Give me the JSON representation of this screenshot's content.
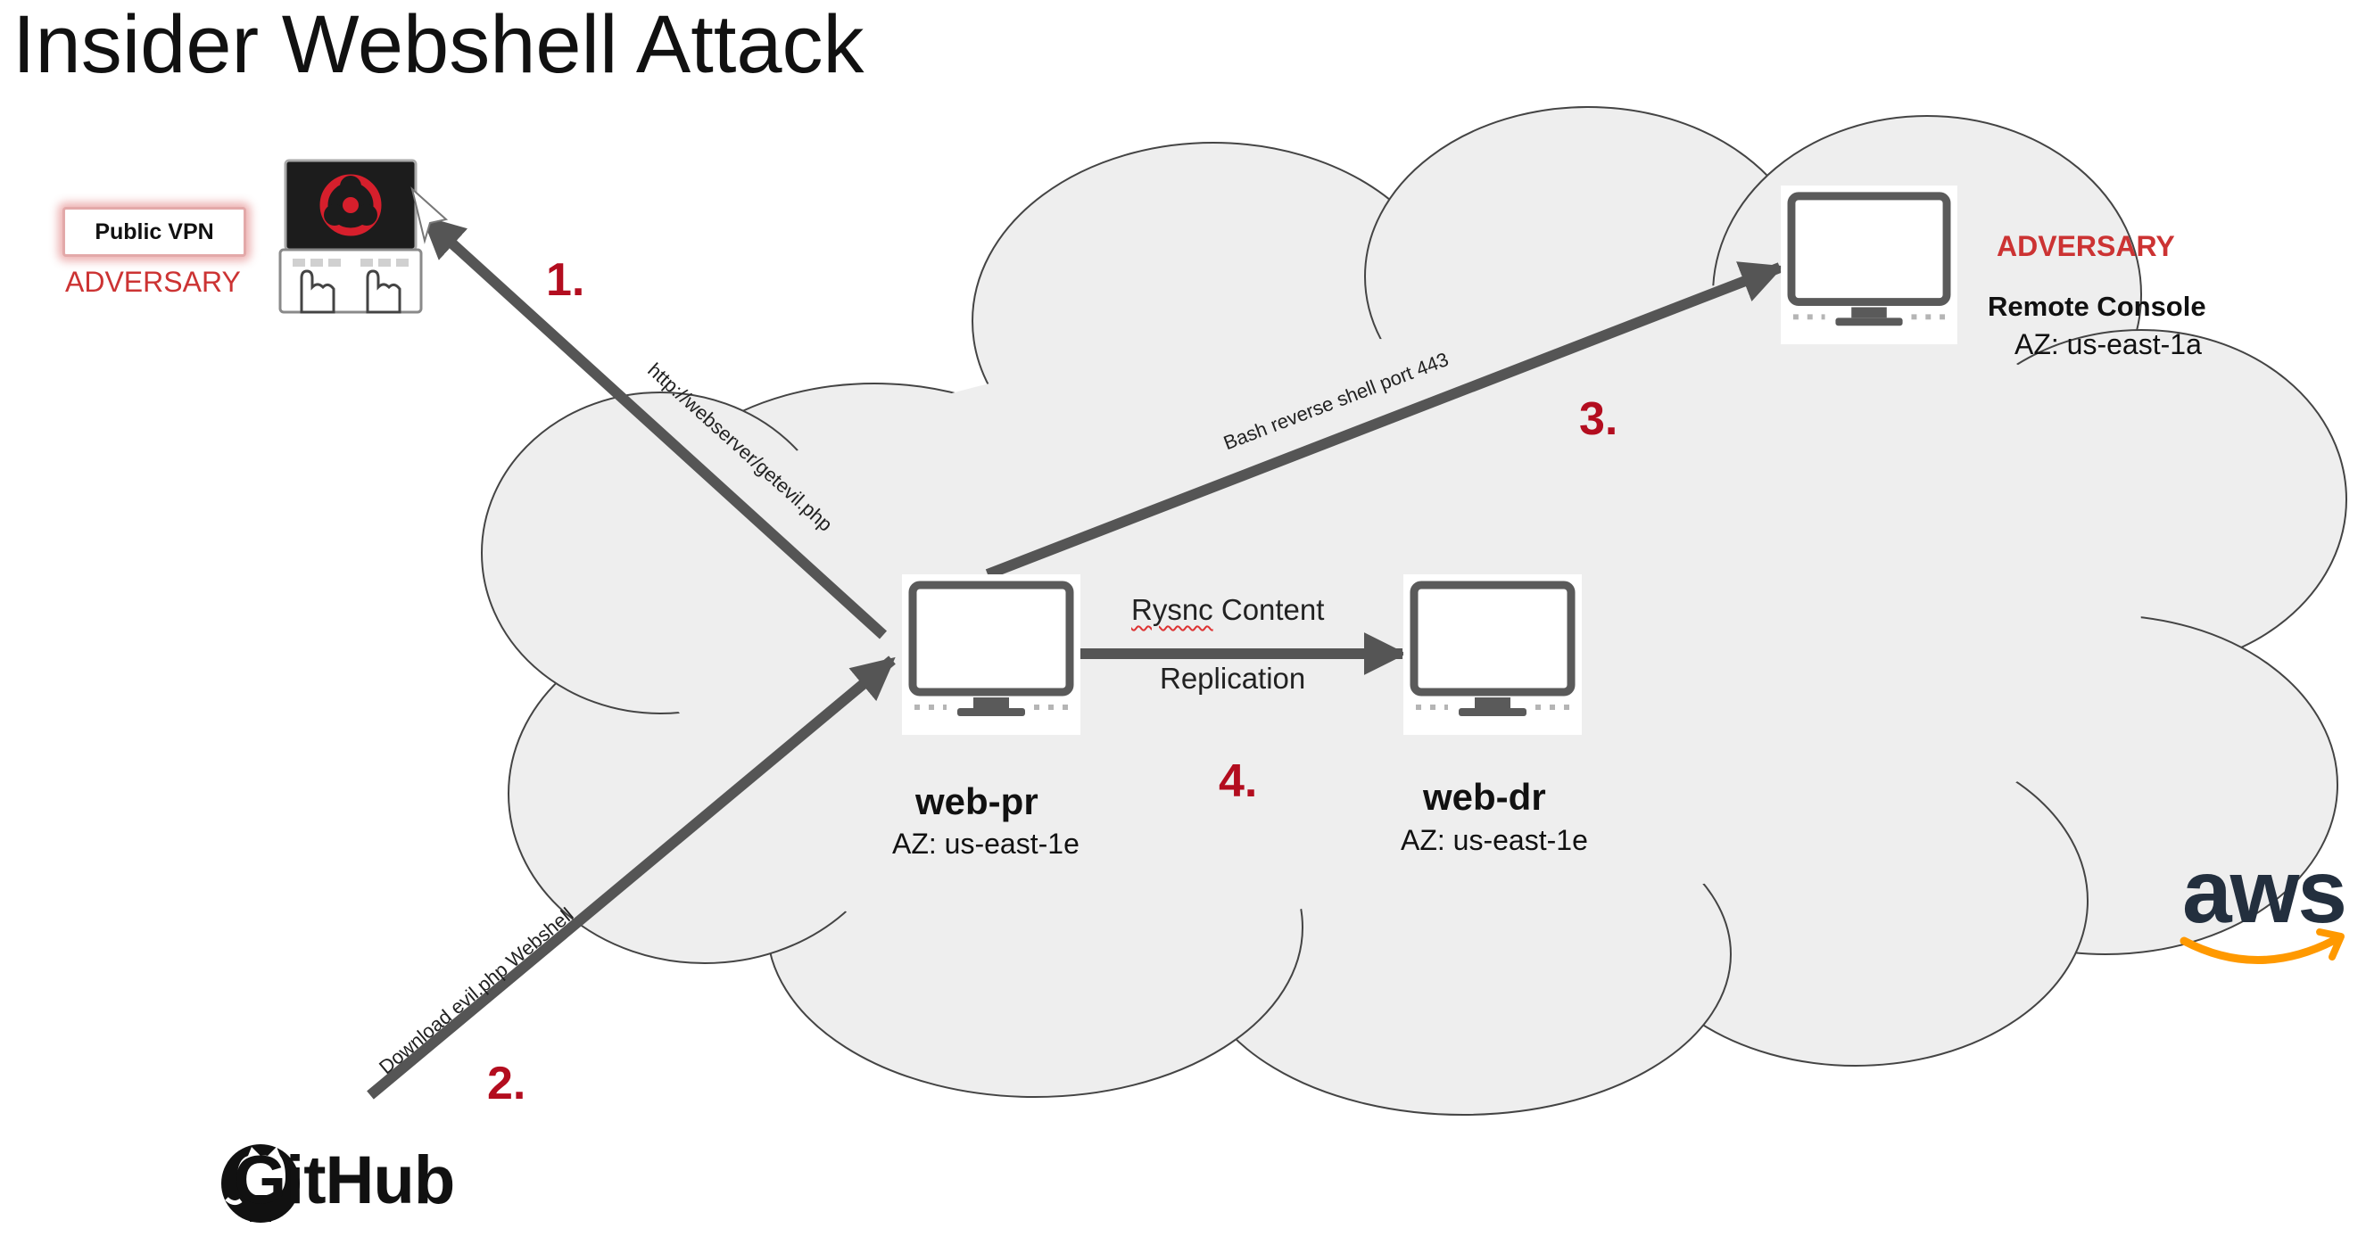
{
  "title": "Insider Webshell Attack",
  "adversary_left": {
    "badge": "Public VPN",
    "label": "ADVERSARY"
  },
  "adversary_right": {
    "label": "ADVERSARY",
    "name": "Remote Console",
    "az": "AZ: us-east-1a"
  },
  "web_pr": {
    "name": "web-pr",
    "az": "AZ: us-east-1e"
  },
  "web_dr": {
    "name": "web-dr",
    "az": "AZ: us-east-1e"
  },
  "steps": {
    "s1": "1.",
    "s2": "2.",
    "s3": "3.",
    "s4": "4."
  },
  "edges": {
    "http": "http://webserver/getevil.php",
    "download": "Download evil.php Webshell",
    "reverse_shell": "Bash reverse shell port 443",
    "rsync_word": "Rysnc",
    "rsync_rest": " Content",
    "replication": "Replication"
  },
  "github": "GitHub",
  "aws": "aws",
  "colors": {
    "cloud_fill": "#eeeeee",
    "cloud_stroke": "#444444",
    "arrow": "#555555",
    "step_red": "#b30d1f",
    "adversary_red": "#cc3333",
    "aws_orange": "#ff9900",
    "aws_text": "#232f3e"
  }
}
